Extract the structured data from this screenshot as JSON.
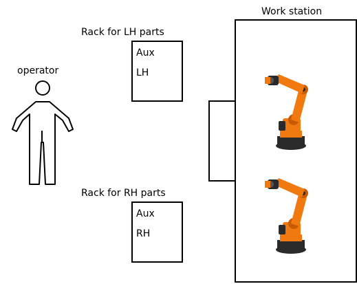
{
  "workstation": {
    "title": "Work station"
  },
  "operator": {
    "label": "operator",
    "icon": "person-outline-icon"
  },
  "rack_lh": {
    "title": "Rack for LH parts",
    "lines": [
      "Aux",
      "LH"
    ]
  },
  "rack_rh": {
    "title": "Rack for RH parts",
    "lines": [
      "Aux",
      "RH"
    ]
  },
  "robots": [
    {
      "icon": "industrial-robot-icon",
      "color": "#f07a10"
    },
    {
      "icon": "industrial-robot-icon",
      "color": "#f07a10"
    }
  ]
}
